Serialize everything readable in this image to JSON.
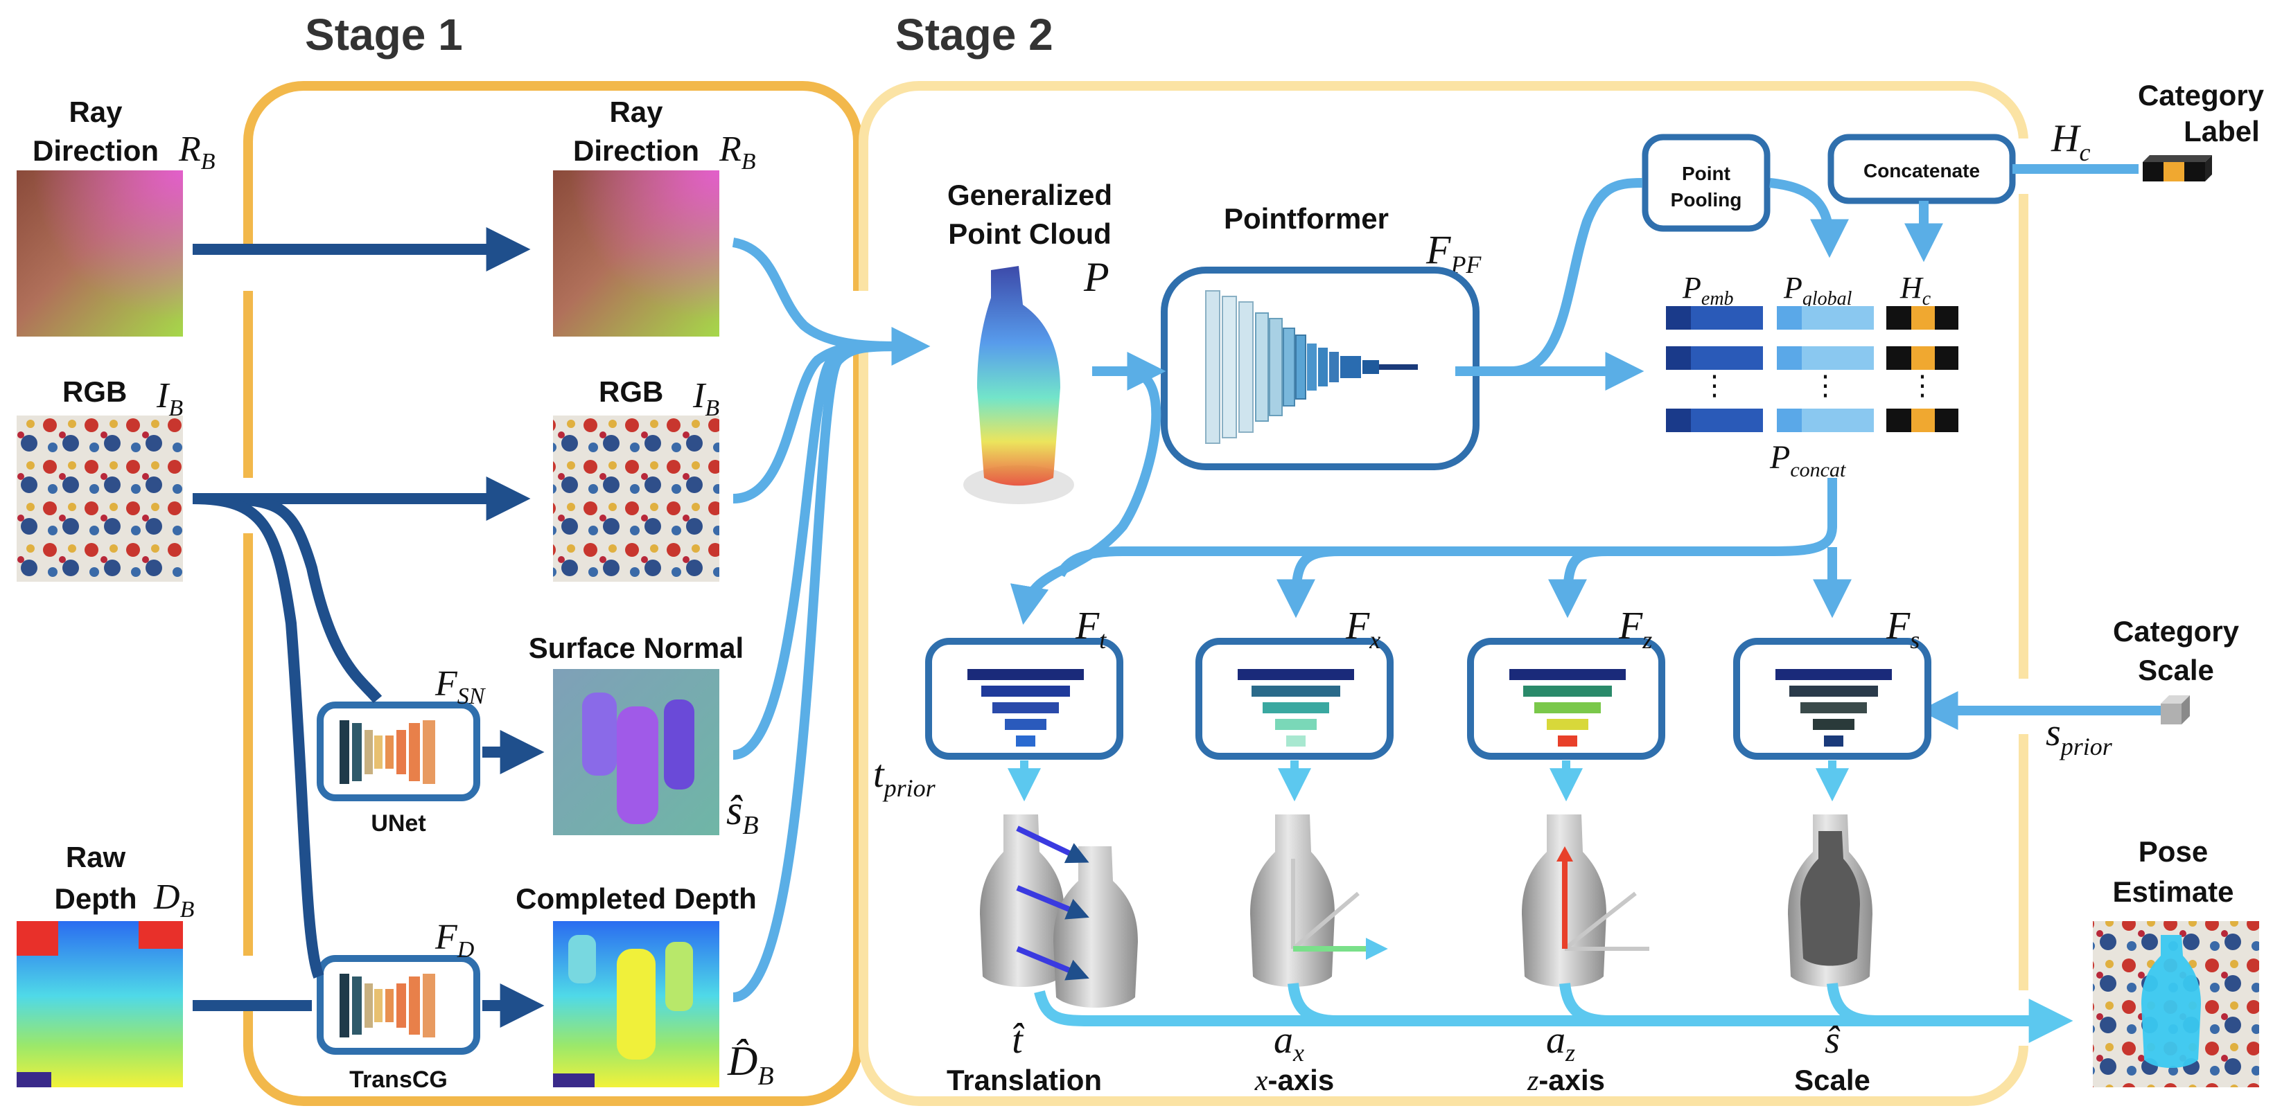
{
  "stages": {
    "stage1": "Stage 1",
    "stage2": "Stage 2"
  },
  "inputs": {
    "ray_direction": {
      "label": [
        "Ray",
        "Direction"
      ],
      "symbol": "R",
      "sub": "B"
    },
    "rgb": {
      "label": "RGB",
      "symbol": "I",
      "sub": "B"
    },
    "raw_depth": {
      "label": [
        "Raw",
        "Depth"
      ],
      "symbol": "D",
      "sub": "B"
    }
  },
  "stage1": {
    "ray_direction": {
      "label": [
        "Ray",
        "Direction"
      ],
      "symbol": "R",
      "sub": "B"
    },
    "rgb": {
      "label": "RGB",
      "symbol": "I",
      "sub": "B"
    },
    "surface_normal": {
      "label": "Surface Normal",
      "symbol": "ŝ",
      "sub": "B"
    },
    "completed_depth": {
      "label": "Completed Depth",
      "symbol": "D̂",
      "sub": "B"
    },
    "unet": {
      "label": "UNet",
      "symbol": "F",
      "sub": "SN"
    },
    "transcg": {
      "label": "TransCG",
      "symbol": "F",
      "sub": "D"
    }
  },
  "stage2": {
    "point_cloud": {
      "label": [
        "Generalized",
        "Point Cloud"
      ],
      "symbol": "P"
    },
    "pointformer": {
      "label": "Pointformer",
      "symbol": "F",
      "sub": "PF"
    },
    "point_pooling": {
      "label": [
        "Point",
        "Pooling"
      ]
    },
    "concatenate": {
      "label": "Concatenate"
    },
    "category_label": {
      "label": [
        "Category",
        "Label"
      ],
      "symbol": "H",
      "sub": "c"
    },
    "category_scale": {
      "label": [
        "Category",
        "Scale"
      ],
      "symbol": "s",
      "sub": "prior"
    },
    "features": {
      "emb": {
        "symbol": "P",
        "sub": "emb"
      },
      "global": {
        "symbol": "P",
        "sub": "global"
      },
      "hc": {
        "symbol": "H",
        "sub": "c"
      },
      "concat": {
        "symbol": "P",
        "sub": "concat"
      }
    },
    "heads": [
      {
        "symbol": "F",
        "sub": "t",
        "out_symbol": "t̂",
        "out_sub": "",
        "out_label": "Translation"
      },
      {
        "symbol": "F",
        "sub": "x",
        "out_symbol": "a",
        "out_sub": "x",
        "out_label_it": "x",
        "out_label": "-axis"
      },
      {
        "symbol": "F",
        "sub": "z",
        "out_symbol": "a",
        "out_sub": "z",
        "out_label_it": "z",
        "out_label": "-axis"
      },
      {
        "symbol": "F",
        "sub": "s",
        "out_symbol": "ŝ",
        "out_sub": "",
        "out_label": "Scale"
      }
    ],
    "t_prior": {
      "symbol": "t",
      "sub": "prior"
    },
    "pose": {
      "label": [
        "Pose",
        "Estimate"
      ]
    }
  },
  "colors": {
    "stage1_frame": "#f2b84b",
    "stage2_frame": "#fbe3a4",
    "dark_arrow": "#1f4f8c",
    "light_arrow": "#5aaee6",
    "box_stroke": "#2f6fad",
    "cyan_arrow": "#5cc8ef"
  }
}
